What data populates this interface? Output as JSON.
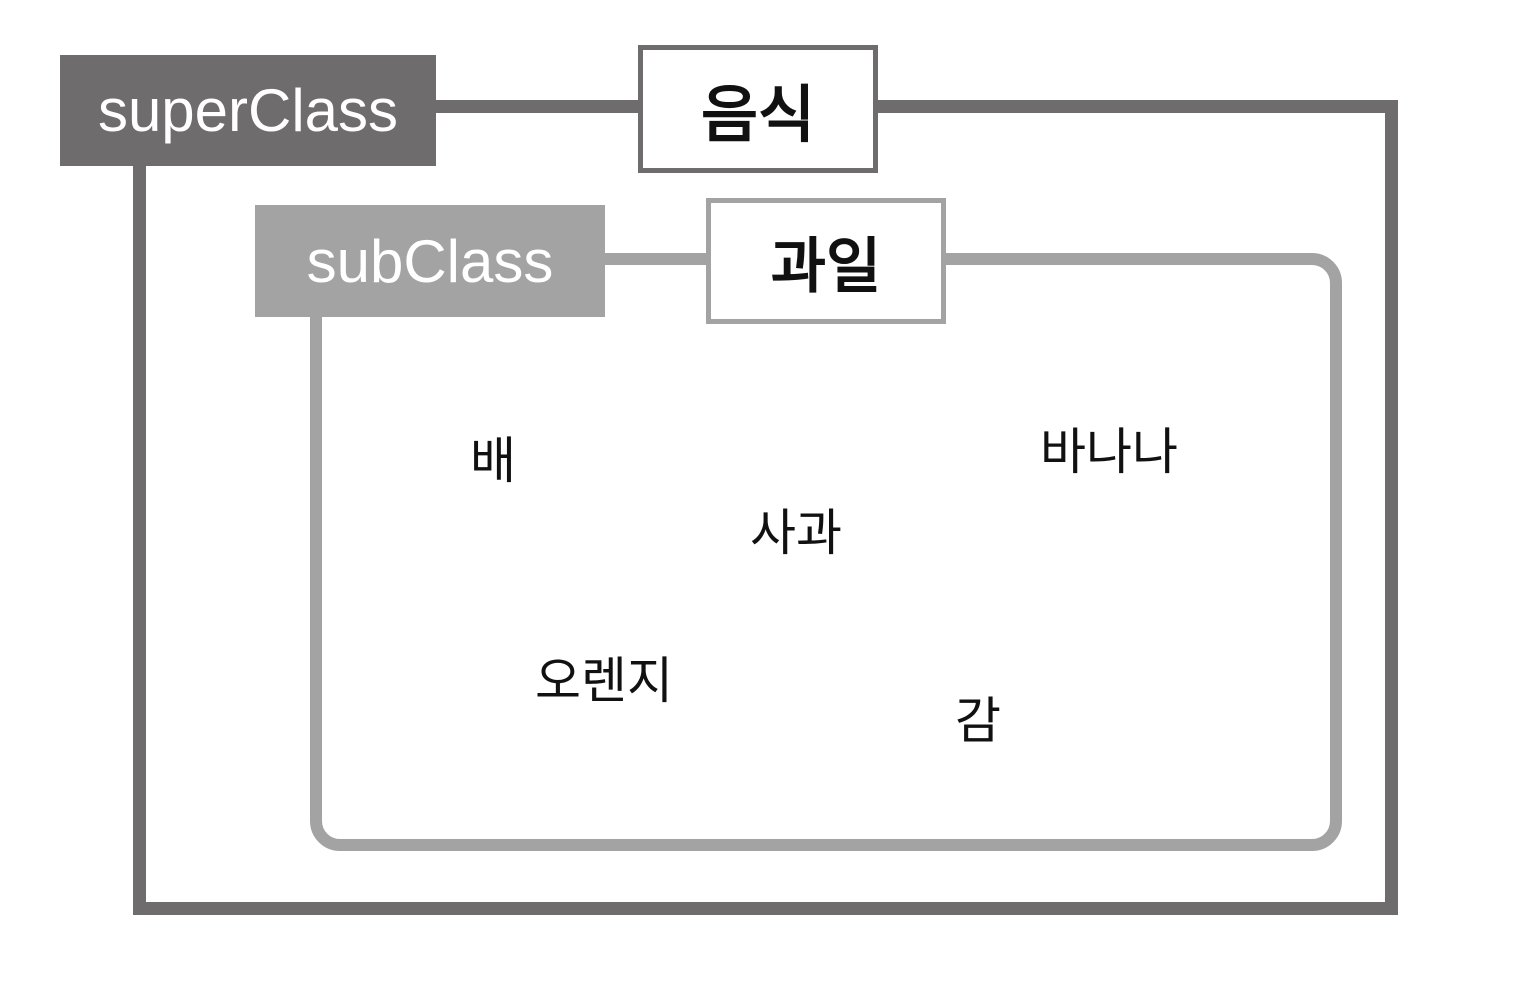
{
  "superclass": {
    "tag": "superClass",
    "name": "음식",
    "color": "#6e6c6d"
  },
  "subclass": {
    "tag": "subClass",
    "name": "과일",
    "color": "#a3a3a3",
    "members": [
      "배",
      "바나나",
      "사과",
      "오렌지",
      "감"
    ]
  }
}
